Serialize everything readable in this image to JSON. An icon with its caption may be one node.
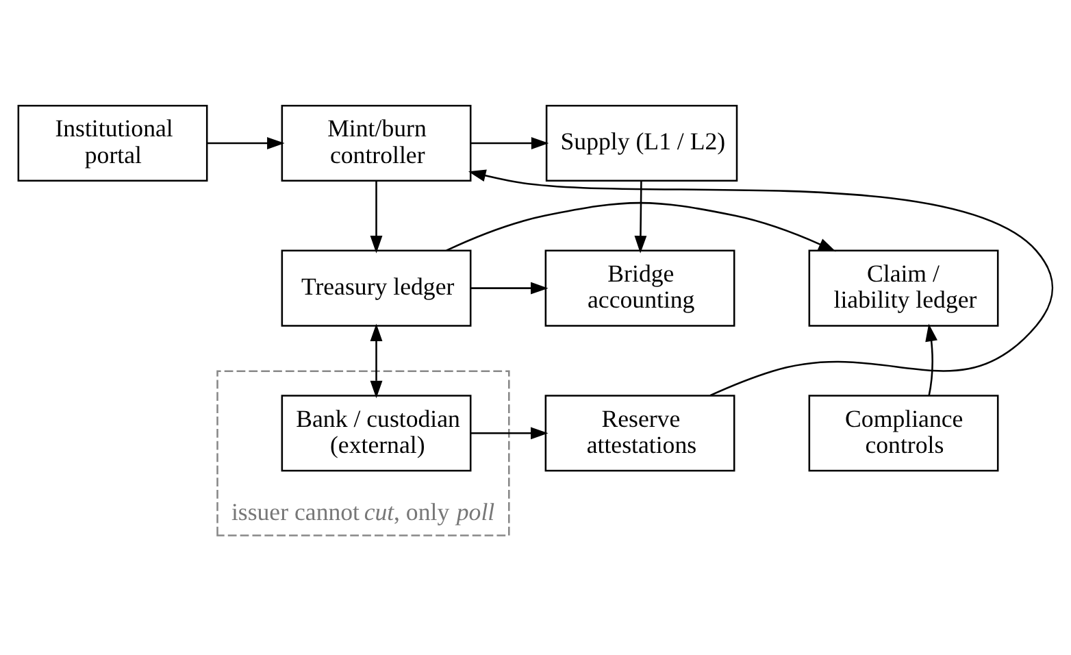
{
  "diagram": {
    "nodes": [
      {
        "text": [
          "Institutional portal"
        ]
      },
      {
        "text": [
          "Mint/burn controller"
        ]
      },
      {
        "text": [
          "Supply (L1 / L2)"
        ]
      },
      {
        "text": [
          "Claim / liability ledger"
        ]
      },
      {
        "text": [
          "Treasury ledger"
        ]
      },
      {
        "text": [
          "Bridge accounting"
        ]
      },
      {
        "text": [
          "Compliance controls"
        ]
      },
      {
        "text": [
          "issuer cannot *cut*, only *poll*"
        ]
      },
      {
        "text": [
          "Bank / custodian (external)"
        ],
        "in": 7
      },
      {
        "text": [
          "Reserve attestations"
        ]
      }
    ],
    "edges": [
      {
        "from": 0,
        "to": 1,
        "arrow": "to"
      },
      {
        "from": 1,
        "to": 2,
        "arrow": "to"
      },
      {
        "from": 2,
        "to": 5,
        "arrow": "to"
      },
      {
        "from": 1,
        "to": 4,
        "arrow": "to"
      },
      {
        "from": 4,
        "to": 3,
        "arrow": "to"
      },
      {
        "from": 4,
        "to": 5,
        "arrow": "to"
      },
      {
        "from": 4,
        "to": 8,
        "arrow": "both"
      },
      {
        "from": 8,
        "to": 9,
        "arrow": "to"
      },
      {
        "from": 9,
        "to": 1,
        "arrow": "to"
      },
      {
        "from": 6,
        "to": 3,
        "arrow": "to"
      }
    ]
  }
}
